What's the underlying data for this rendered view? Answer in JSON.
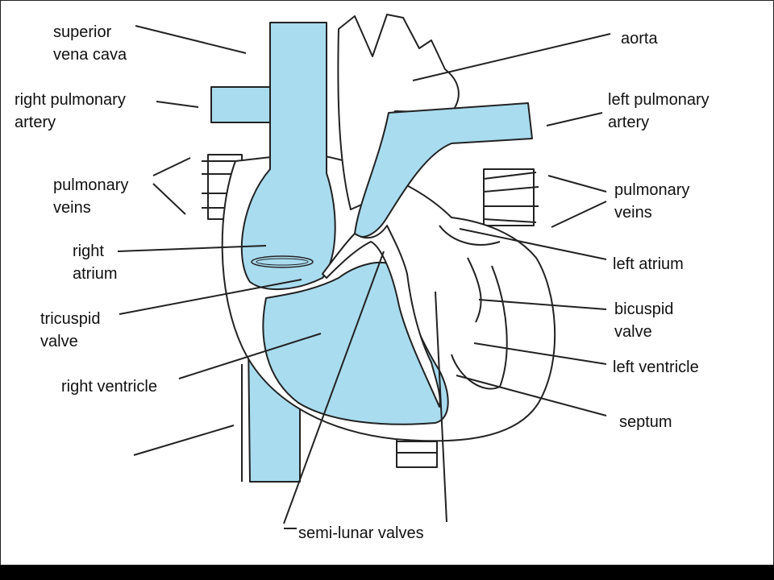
{
  "colors": {
    "blood": "#a9dcef",
    "wall": "#ffffff",
    "outline": "#222222",
    "background": "#ffffff"
  },
  "labels": {
    "superior_vena_cava": "superior\nvena cava",
    "right_pulmonary_artery": "right pulmonary\nartery",
    "pulmonary_veins_left_side": "pulmonary\nveins",
    "right_atrium": "right\natrium",
    "tricuspid_valve": "tricuspid\nvalve",
    "right_ventricle": "right ventricle",
    "aorta": "aorta",
    "left_pulmonary_artery": "left pulmonary\nartery",
    "pulmonary_veins_right_side": "pulmonary\nveins",
    "left_atrium": "left atrium",
    "bicuspid_valve": "bicuspid\nvalve",
    "left_ventricle": "left ventricle",
    "septum": "septum",
    "semi_lunar_valves": "semi-lunar valves"
  }
}
